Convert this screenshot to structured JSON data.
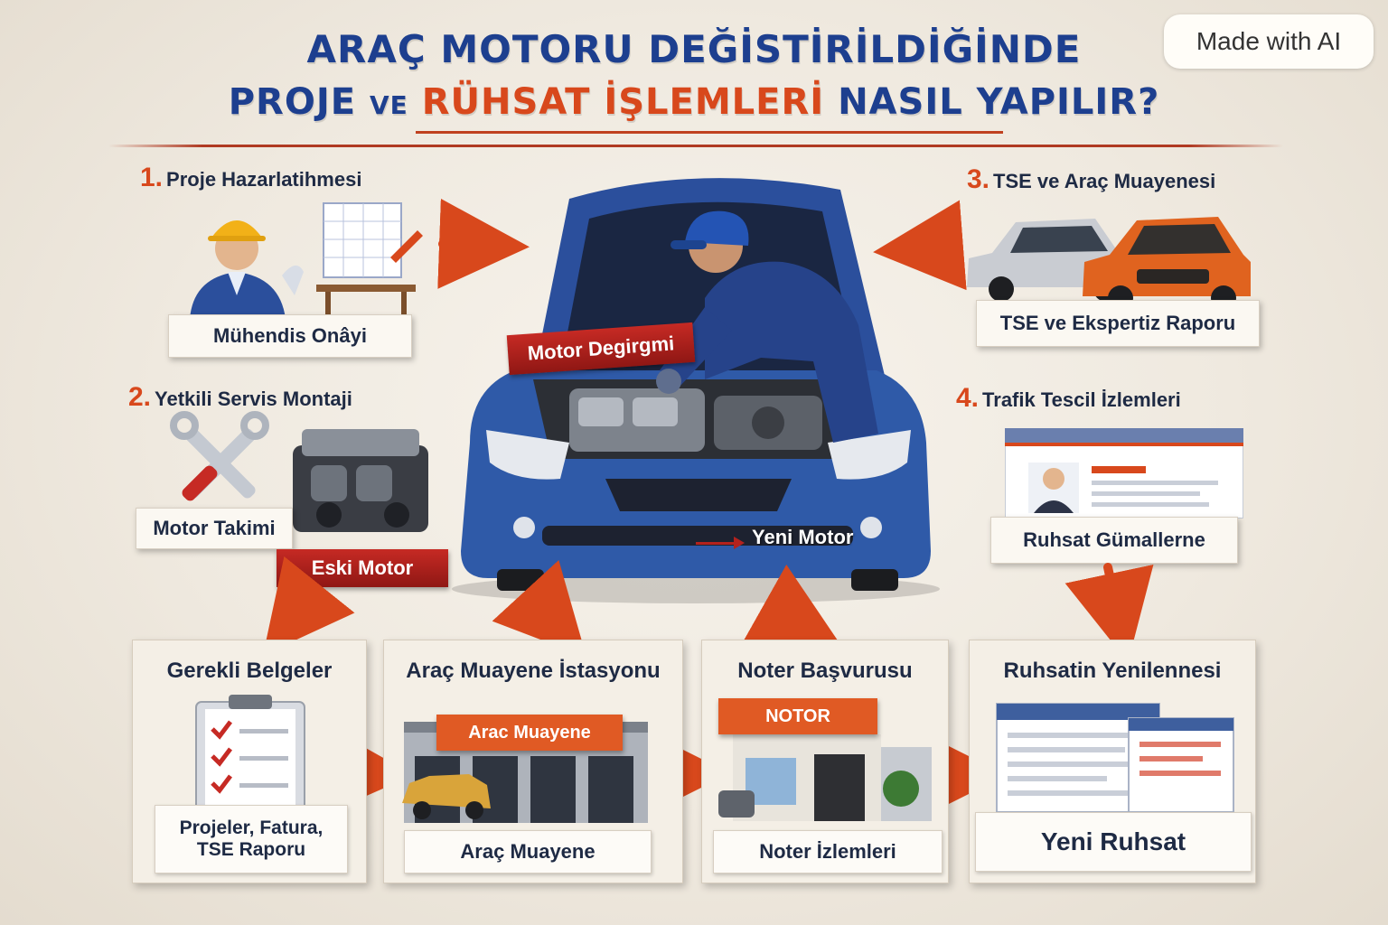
{
  "title": {
    "line1": "ARAÇ MOTORU DEĞİSTİRİLDİĞİNDE",
    "line2_a": "PROJE",
    "line2_b": "VE",
    "line2_c": "RÜHSAT İŞLEMLERİ",
    "line2_d": "NASIL YAPILIR?"
  },
  "badge": "Made with AI",
  "steps": {
    "s1": {
      "num": "1.",
      "title": "Proje Hazarlatihmesi",
      "label": "Mühendis Onâyi"
    },
    "s2": {
      "num": "2.",
      "title": "Yetkili Servis Montaji",
      "label": "Motor Takimi",
      "ribbon": "Eski Motor"
    },
    "s3": {
      "num": "3.",
      "title": "TSE ve Araç Muayenesi",
      "label": "TSE ve Ekspertiz Raporu"
    },
    "s4": {
      "num": "4.",
      "title": "Trafik Tescil İzlemleri",
      "label": "Ruhsat Gümallerne"
    }
  },
  "center": {
    "ribbon": "Motor Degirgmi",
    "new_engine": "Yeni Motor"
  },
  "panels": [
    {
      "title": "Gerekli Belgeler",
      "label_line1": "Projeler, Fatura,",
      "label_line2": "TSE Raporu"
    },
    {
      "title": "Araç Muayene İstasyonu",
      "sign": "Arac Muayene",
      "label": "Araç Muayene"
    },
    {
      "title": "Noter Başvurusu",
      "sign": "NOTOR",
      "label": "Noter İzlemleri"
    },
    {
      "title": "Ruhsatin Yenilennesi",
      "label": "Yeni Ruhsat"
    }
  ],
  "colors": {
    "navy": "#1d3f8f",
    "accent_orange": "#d8481c",
    "ribbon_red": "#b3221e",
    "car_blue": "#2f5aa8",
    "mechanic_blue": "#26438a",
    "orange_car": "#e0631f"
  }
}
